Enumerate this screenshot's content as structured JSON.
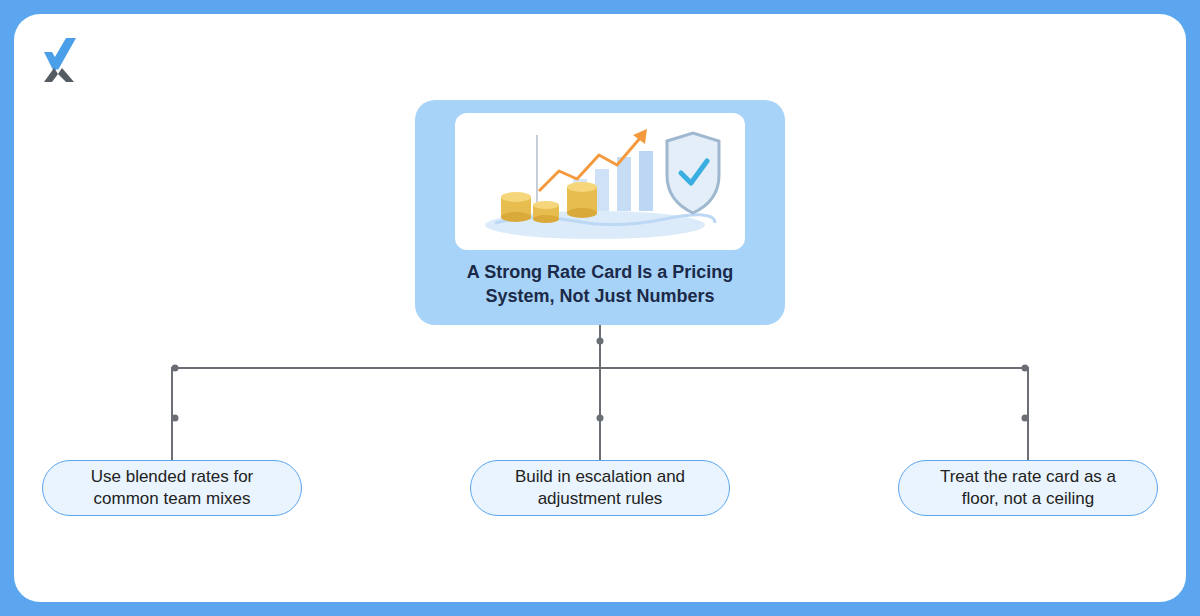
{
  "diagram": {
    "nodes": [
      {
        "text": [
          "A Strong Rate Card Is a Pricing System, Not Just Numbers"
        ]
      },
      {
        "text": [
          "Use blended rates for common team mixes"
        ]
      },
      {
        "text": [
          "Build in escalation and adjustment rules"
        ]
      },
      {
        "text": [
          "Treat the rate card as a floor, not a ceiling"
        ]
      }
    ],
    "edges": [
      {
        "from": 0,
        "to": 1,
        "arrow": "none"
      },
      {
        "from": 0,
        "to": 2,
        "arrow": "none"
      },
      {
        "from": 0,
        "to": 3,
        "arrow": "none"
      }
    ]
  }
}
